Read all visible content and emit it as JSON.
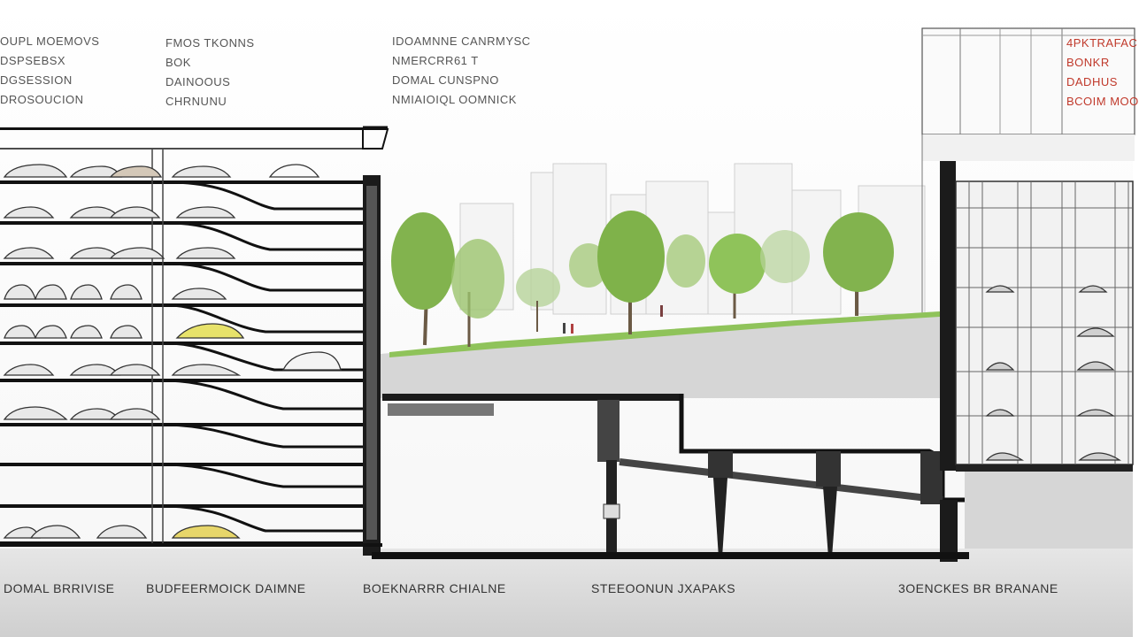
{
  "annotations": {
    "block_1": [
      "OUPL MOEMOVS",
      "DSPSEBSX",
      "DGSESSION",
      "DROSOUCION"
    ],
    "block_2": [
      "FMOS TKONNS",
      "BOK",
      "DAINOOUS",
      "CHRNUNU"
    ],
    "block_3": [
      "IDOAMNNE CANRMYSC",
      "NMERCRR61 T",
      "DOMAL CUNSPNO",
      "NMIAIOIQL OOMNICK"
    ],
    "block_4": [
      "4PKTRAFAC",
      "BONKR",
      "DADHUS",
      "BCOIM MOO"
    ]
  },
  "section_labels": [
    "DOMAL BRRIVISE",
    "BUDFEERMOICK DAIMNE",
    "BOEKNARRR CHIALNE",
    "STEEOONUN JXAPAKS",
    "3OENCKES BR BRANANE"
  ],
  "colors": {
    "line": "#111111",
    "slab": "#222222",
    "ground": "#d9d9d9",
    "plaza": "#cfcfcf",
    "grass": "#8fc35a",
    "tree": "#7fb24a",
    "annotation_red": "#c0392b"
  }
}
